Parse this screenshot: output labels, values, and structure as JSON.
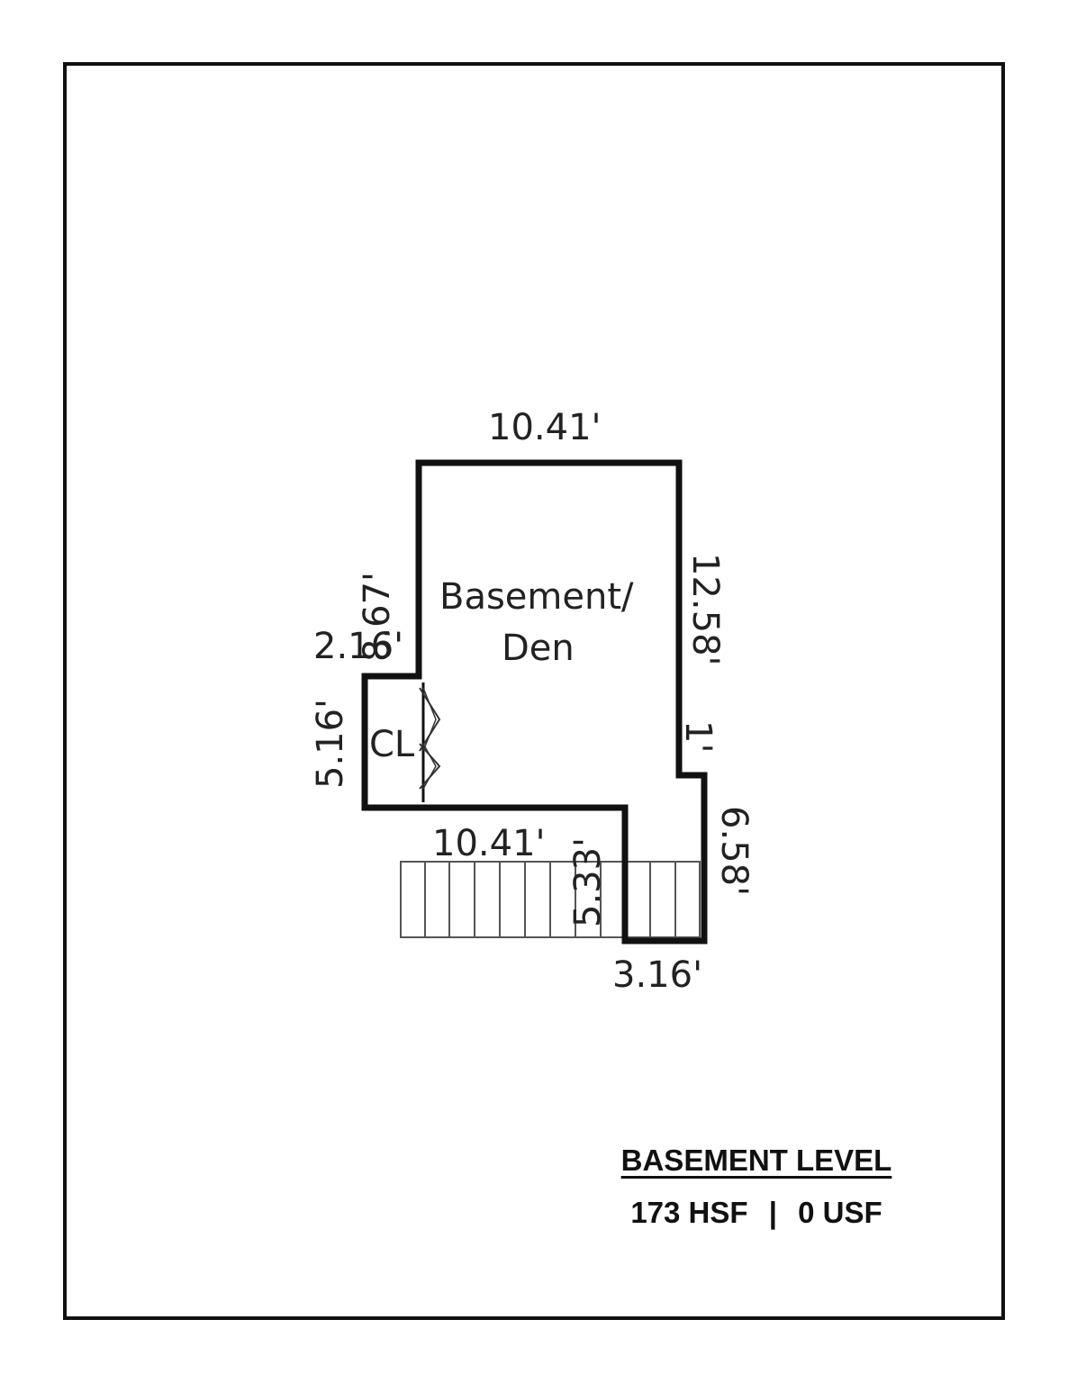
{
  "plan": {
    "room_label_line1": "Basement/",
    "room_label_line2": "Den",
    "closet_label": "CL",
    "dimensions": {
      "top": "10.41'",
      "left_upper": "8.67'",
      "left_step": "2.16'",
      "closet_side": "5.16'",
      "right_upper": "12.58'",
      "right_jog": "1'",
      "right_lower": "6.58'",
      "bottom_inner": "10.41'",
      "stair_drop": "5.33'",
      "bottom": "3.16'"
    }
  },
  "caption": {
    "title": "BASEMENT LEVEL",
    "hsf": "173 HSF",
    "separator": "|",
    "usf": "0 USF"
  }
}
